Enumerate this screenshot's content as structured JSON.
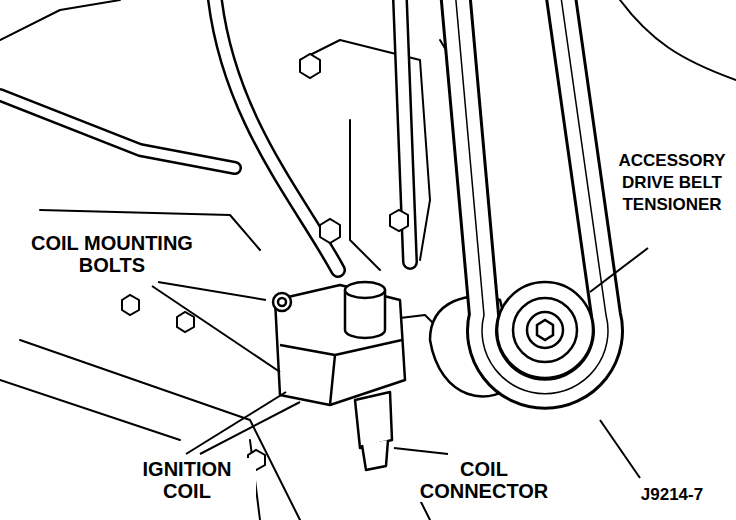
{
  "diagram": {
    "labels": [
      "COIL MOUNTING BOLTS",
      "ACCESSORY DRIVE BELT TENSIONER",
      "IGNITION COIL",
      "COIL CONNECTOR",
      "J9214-7"
    ]
  }
}
